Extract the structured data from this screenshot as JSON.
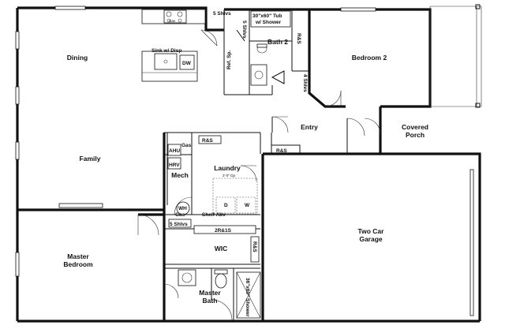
{
  "rooms": {
    "dining": "Dining",
    "family": "Family",
    "bedroom2": "Bedroom 2",
    "bath2": "Bath 2",
    "entry": "Entry",
    "covered_porch_1": "Covered",
    "covered_porch_2": "Porch",
    "laundry": "Laundry",
    "mech": "Mech",
    "master_bedroom_1": "Master",
    "master_bedroom_2": "Bedroom",
    "wic": "WIC",
    "master_bath_1": "Master",
    "master_bath_2": "Bath",
    "garage_1": "Two Car",
    "garage_2": "Garage"
  },
  "fixtures": {
    "sink_disp": "Sink w/ Disp",
    "dw": "DW",
    "shelves_5_top": "5 Shlvs",
    "shelves_5_side": "5 Shlvs",
    "tub": "30\"x60\" Tub",
    "tub_shower": "w/ Shower",
    "rs_bath2": "R&S",
    "shelves_4": "4 Shlvs",
    "ref_sp": "Ref. Sp.",
    "gas_kitchen": "Gas",
    "rs_entry": "R&S",
    "rs_mech": "R&S",
    "gas_mech": "Gas",
    "ahu": "AHU",
    "hrv": "HRV",
    "wh": "WH",
    "gas_wh": "Gas",
    "dryer": "D",
    "washer": "W",
    "shelf_abv": "Shelf Abv",
    "shelves_5_wic": "5 Shlvs",
    "rs_2_wic": "2R&1S",
    "rs_wic_side": "R&S",
    "shower": "36\"x60\" Shower",
    "laundry_note": "2'-0\" Dp"
  }
}
